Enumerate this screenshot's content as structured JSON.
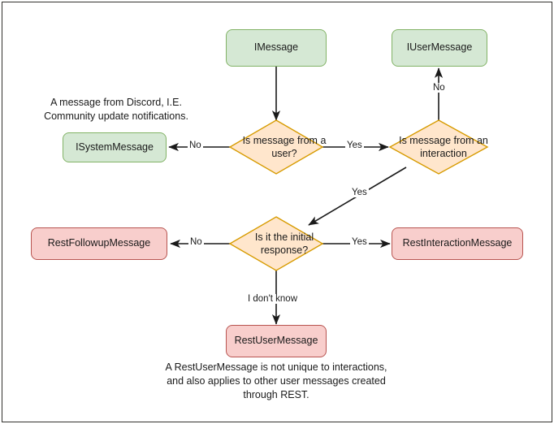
{
  "diagram": {
    "title": "Discord message type decision flowchart",
    "background": "#ffffff",
    "frame_color": "#33312e",
    "palette": {
      "green_fill": "#d5e8d4",
      "green_stroke": "#82b366",
      "orange_fill": "#ffe6cc",
      "orange_stroke": "#d79b00",
      "red_fill": "#f8cecc",
      "red_stroke": "#b85450",
      "edge_color": "#1a1a1a",
      "text_color": "#1a1a1a"
    },
    "nodes": {
      "imessage": "IMessage",
      "iusermessage": "IUserMessage",
      "isystemmessage": "ISystemMessage",
      "q_user": "Is message from a user?",
      "q_interaction": "Is message from an interaction",
      "q_initial": "Is it the initial response?",
      "restfollowupmessage": "RestFollowupMessage",
      "restinteractionmessage": "RestInteractionMessage",
      "restusermessage": "RestUserMessage"
    },
    "edge_labels": {
      "user_no": "No",
      "user_yes": "Yes",
      "interaction_no": "No",
      "interaction_yes": "Yes",
      "initial_no": "No",
      "initial_yes": "Yes",
      "initial_unknown": "I don't know"
    },
    "notes": {
      "system_note": "A message from Discord, I.E.\nCommunity update notifications.",
      "rest_user_note": "A RestUserMessage is not unique to interactions,\nand also applies to other user messages created\nthrough REST."
    }
  }
}
